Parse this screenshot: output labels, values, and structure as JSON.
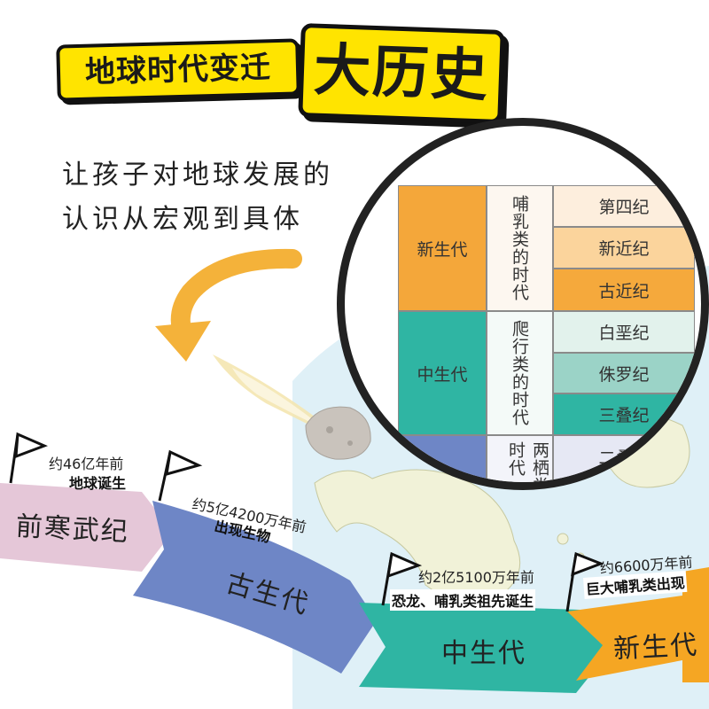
{
  "title": {
    "part1": "地球时代变迁",
    "part2": "大历史"
  },
  "tagline": {
    "line1": "让孩子对地球发展的",
    "line2": "认识从宏观到具体"
  },
  "timeline": [
    {
      "era": "前寒武纪",
      "time": "约46亿年前",
      "event": "地球诞生",
      "color": "#e5c7d8"
    },
    {
      "era": "古生代",
      "time": "约5亿4200万年前",
      "event": "出现生物",
      "color": "#6e86c6"
    },
    {
      "era": "中生代",
      "time": "约2亿5100万年前",
      "event": "恐龙、哺乳类祖先诞生",
      "color": "#2fb5a3"
    },
    {
      "era": "新生代",
      "time": "约6600万年前",
      "event": "巨大哺乳类出现",
      "color": "#f5a623"
    }
  ],
  "table": {
    "eras": [
      {
        "name": "新生代",
        "desc": "哺乳类的时代",
        "color": "#f4a73a",
        "periods": [
          {
            "name": "第四纪",
            "color": "#fdeedd"
          },
          {
            "name": "新近纪",
            "color": "#fbd49c"
          },
          {
            "name": "古近纪",
            "color": "#f5a93c"
          }
        ]
      },
      {
        "name": "中生代",
        "desc": "爬行类的时代",
        "color": "#2fb5a3",
        "periods": [
          {
            "name": "白垩纪",
            "color": "#e2f2ec"
          },
          {
            "name": "侏罗纪",
            "color": "#9bd3c7"
          },
          {
            "name": "三叠纪",
            "color": "#2fb5a3"
          }
        ]
      },
      {
        "name": "",
        "desc": "两栖类时代",
        "color": "#6e86c6",
        "periods": [
          {
            "name": "二叠纪",
            "color": "#e6e8f4"
          }
        ]
      }
    ]
  }
}
